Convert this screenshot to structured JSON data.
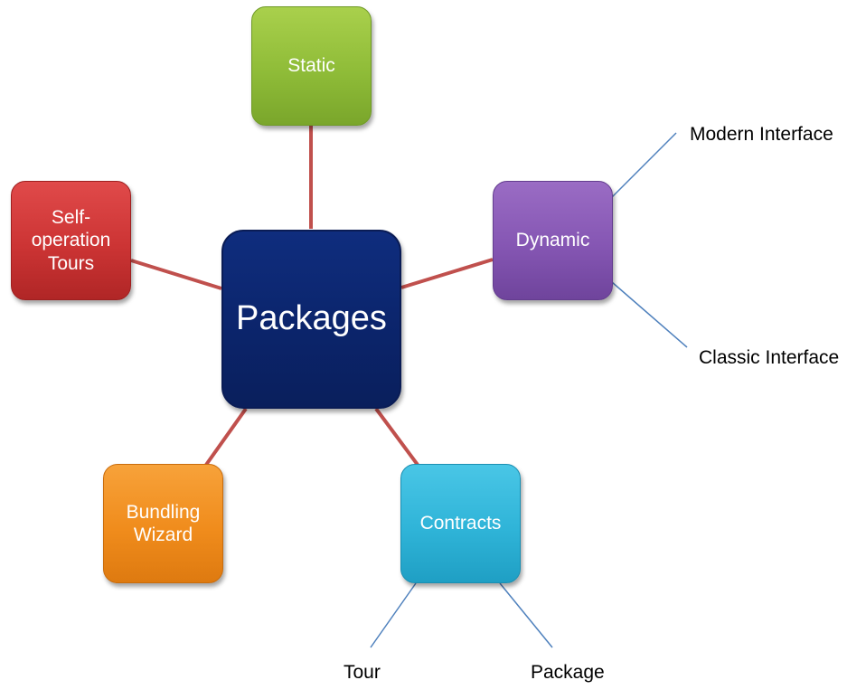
{
  "diagram": {
    "center": {
      "label": "Packages",
      "color": "#0b246a"
    },
    "branches": [
      {
        "id": "static",
        "label": "Static",
        "color": "#8fbc38"
      },
      {
        "id": "dynamic",
        "label": "Dynamic",
        "color": "#8556b3"
      },
      {
        "id": "self_operation",
        "label": "Self-\noperation\nTours",
        "color": "#cc3434"
      },
      {
        "id": "bundling",
        "label": "Bundling\nWizard",
        "color": "#f08c1c"
      },
      {
        "id": "contracts",
        "label": "Contracts",
        "color": "#2fb4d8"
      }
    ],
    "leaves": {
      "dynamic": [
        "Modern Interface",
        "Classic Interface"
      ],
      "contracts": [
        "Tour",
        "Package"
      ]
    },
    "connector_color": "#c0504d",
    "leaf_line_color": "#4f81bd"
  }
}
